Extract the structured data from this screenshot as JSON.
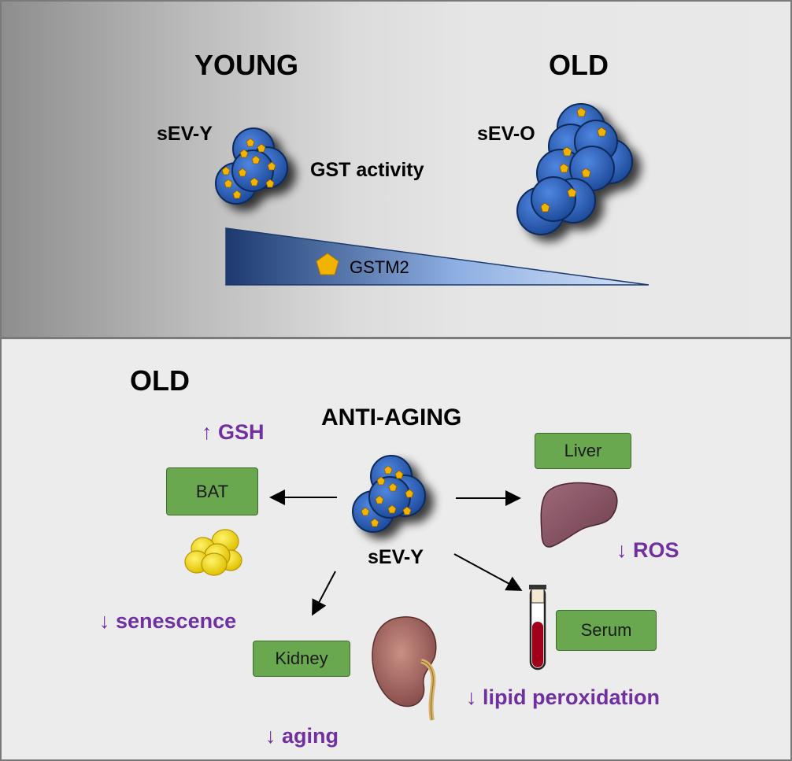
{
  "top": {
    "young_label": "YOUNG",
    "old_label": "OLD",
    "sev_y_label": "sEV-Y",
    "sev_o_label": "sEV-O",
    "gst_activity_label": "GST activity",
    "gstm2_label": "GSTM2"
  },
  "bottom": {
    "old_label": "OLD",
    "anti_aging_label": "ANTI-AGING",
    "sev_y_label": "sEV-Y",
    "gsh_effect": "↑ GSH",
    "ros_effect": "↓ ROS",
    "senescence_effect": "↓ senescence",
    "lipid_effect": "↓ lipid peroxidation",
    "aging_effect": "↓ aging",
    "boxes": {
      "bat": "BAT",
      "liver": "Liver",
      "kidney": "Kidney",
      "serum": "Serum"
    }
  },
  "colors": {
    "vesicle_blue": "#2f5fb8",
    "gstm2_pentagon": "#f2b400",
    "label_purple": "#7030a0",
    "box_green": "#6aa84f",
    "wedge_dark": "#1c3a6e",
    "wedge_light": "#c9d9f2"
  },
  "icons": [
    "vesicle-cluster-icon",
    "gstm2-pentagon-icon",
    "adipocyte-icon",
    "liver-icon",
    "kidney-icon",
    "blood-tube-icon",
    "arrow-icon"
  ]
}
